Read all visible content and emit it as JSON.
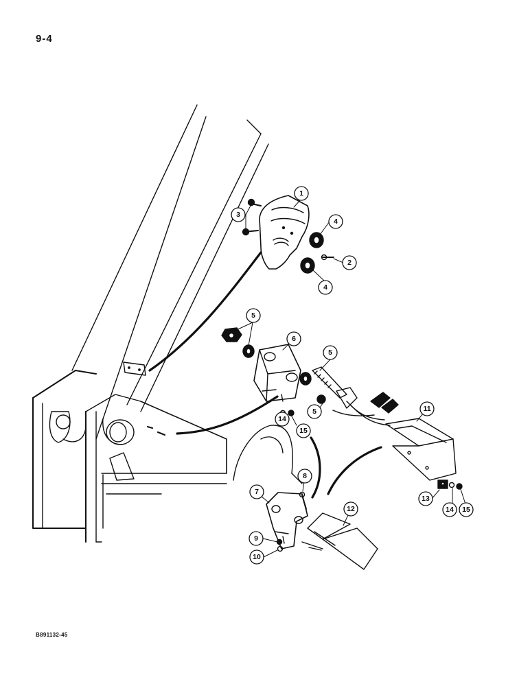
{
  "page_number": "9-4",
  "drawing_code": "B891132-45",
  "callouts": [
    "1",
    "2",
    "3",
    "4",
    "4",
    "5",
    "5",
    "5",
    "6",
    "7",
    "8",
    "9",
    "10",
    "11",
    "12",
    "13",
    "14",
    "15",
    "14",
    "15"
  ]
}
